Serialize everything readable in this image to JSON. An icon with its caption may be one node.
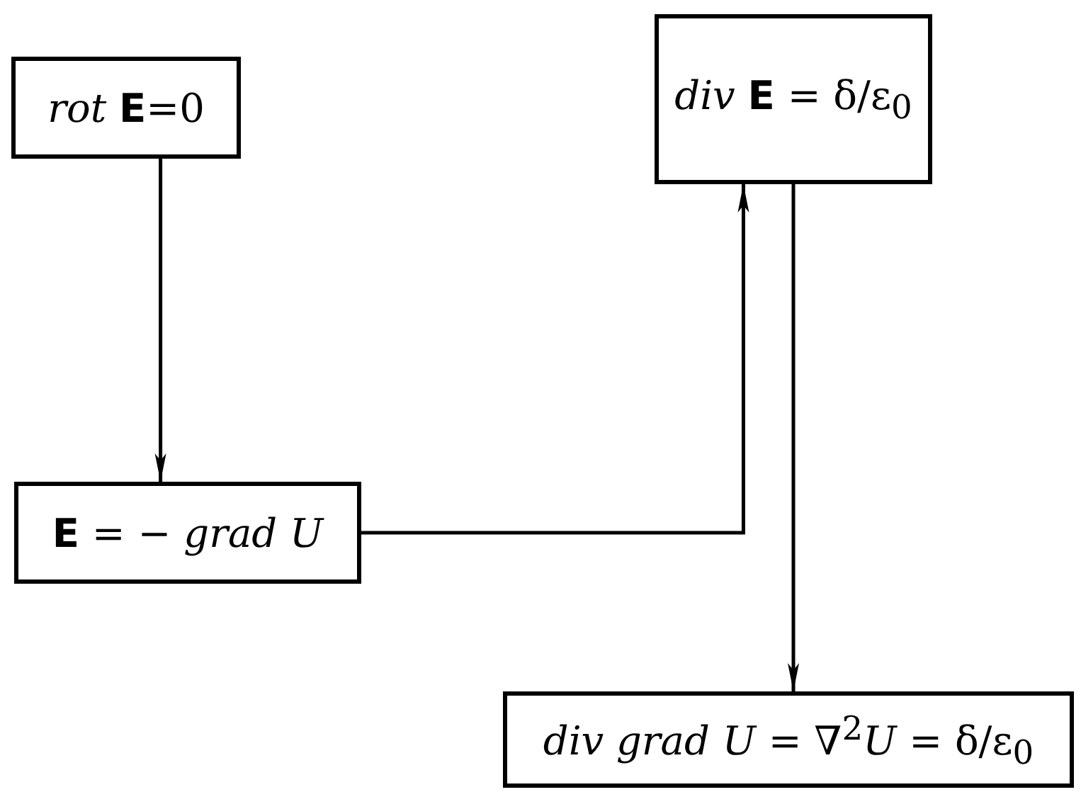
{
  "diagram": {
    "nodes": [
      {
        "text": [
          "*rot* **E**=0"
        ]
      },
      {
        "text": [
          "*div* **E** = δ/ε$_{0}$"
        ]
      },
      {
        "text": [
          "**E** = − *grad U*"
        ]
      },
      {
        "text": [
          "*div grad U* = ∇$^{2}$*U* = δ/ε$_{0}$"
        ]
      }
    ],
    "edges": [
      {
        "from": 0,
        "to": 2,
        "arrow": "to"
      },
      {
        "from": 2,
        "to": 1,
        "arrow": "to"
      },
      {
        "from": 1,
        "to": 3,
        "arrow": "to"
      }
    ]
  }
}
